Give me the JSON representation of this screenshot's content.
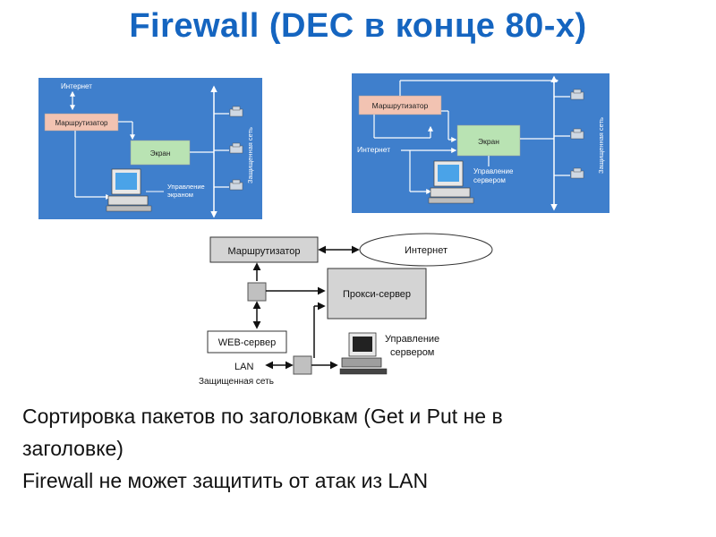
{
  "title": "Firewall (DEC в конце 80-х)",
  "colors": {
    "title": "#1565c0",
    "panel_bg": "#3f7fcc",
    "router_fill": "#f2c3b2",
    "screen_fill": "#b9e3b3",
    "line_white": "#ffffff",
    "box_gray": "#cfcfcf"
  },
  "diagram1": {
    "internet": "Интернет",
    "router": "Маршрутизатор",
    "screen": "Экран",
    "control_line1": "Управление",
    "control_line2": "экраном",
    "protected_net": "Защищенная сеть"
  },
  "diagram2": {
    "router": "Маршрутизатор",
    "internet": "Интернет",
    "screen": "Экран",
    "control_line1": "Управление",
    "control_line2": "сервером",
    "protected_net": "Защищенная сеть"
  },
  "diagram3": {
    "router": "Маршрутизатор",
    "internet": "Интернет",
    "proxy": "Прокси-сервер",
    "web_server": "WEB-сервер",
    "control_line1": "Управление",
    "control_line2": "сервером",
    "lan": "LAN",
    "protected_net": "Защищенная сеть"
  },
  "body": {
    "line1": "Сортировка пакетов по заголовкам (Get и Put не в",
    "line2": "заголовке)",
    "line3": "Firewall не может защитить от атак из LAN"
  }
}
